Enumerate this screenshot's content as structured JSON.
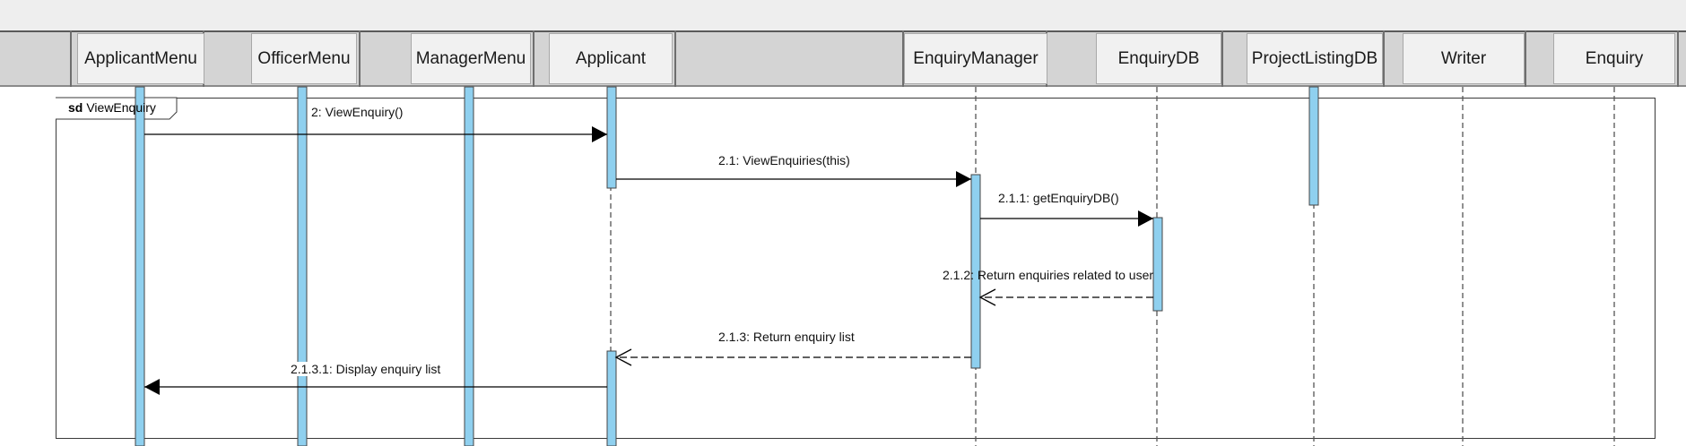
{
  "diagram": {
    "frame_keyword": "sd",
    "frame_name": "ViewEnquiry",
    "colors": {
      "activation": "#8fd0ef",
      "lifeline": "#555555",
      "header_bg": "#f1f1f1",
      "strip_bg": "#d4d4d4",
      "frame": "#3a3a3a"
    },
    "participants": [
      {
        "id": "applicantmenu",
        "name": "ApplicantMenu"
      },
      {
        "id": "officermenu",
        "name": "OfficerMenu"
      },
      {
        "id": "managermenu",
        "name": "ManagerMenu"
      },
      {
        "id": "applicant",
        "name": "Applicant"
      },
      {
        "id": "enquirymanager",
        "name": "EnquiryManager"
      },
      {
        "id": "enquirydb",
        "name": "EnquiryDB"
      },
      {
        "id": "projectlistingdb",
        "name": "ProjectListingDB"
      },
      {
        "id": "writer",
        "name": "Writer"
      },
      {
        "id": "enquiry",
        "name": "Enquiry"
      }
    ],
    "messages": [
      {
        "id": "m1",
        "label": "2: ViewEnquiry()",
        "from": "applicantmenu",
        "to": "applicant",
        "kind": "sync"
      },
      {
        "id": "m2",
        "label": "2.1: ViewEnquiries(this)",
        "from": "applicant",
        "to": "enquirymanager",
        "kind": "sync"
      },
      {
        "id": "m3",
        "label": "2.1.1: getEnquiryDB()",
        "from": "enquirymanager",
        "to": "enquirydb",
        "kind": "sync"
      },
      {
        "id": "m4",
        "label": "2.1.2: Return enquiries related to user",
        "from": "enquirydb",
        "to": "enquirymanager",
        "kind": "return"
      },
      {
        "id": "m5",
        "label": "2.1.3: Return enquiry list",
        "from": "enquirymanager",
        "to": "applicant",
        "kind": "return"
      },
      {
        "id": "m6",
        "label": "2.1.3.1: Display enquiry list",
        "from": "applicant",
        "to": "applicantmenu",
        "kind": "sync"
      }
    ]
  }
}
